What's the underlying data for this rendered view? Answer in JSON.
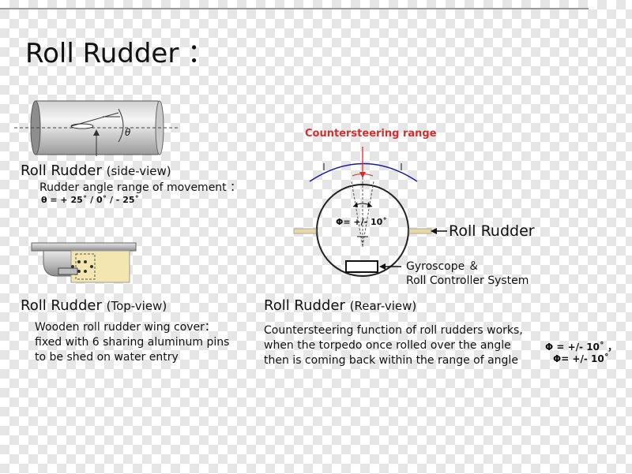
{
  "title": "Roll Rudder ：",
  "side_view": {
    "heading_main": "Roll Rudder",
    "heading_sub": "(side-view)",
    "desc": "Rudder angle range of movement ：",
    "angle_formula": "θ = + 25˚ / 0˚ / - 25˚",
    "theta_label": "θ"
  },
  "top_view": {
    "heading_main": "Roll Rudder",
    "heading_sub": "(Top-view)",
    "desc_lines": [
      "Wooden roll rudder wing cover：",
      "fixed with 6 sharing aluminum pins",
      "to be shed on water entry"
    ]
  },
  "rear_view": {
    "heading_main": "Roll Rudder",
    "heading_sub": "(Rear-view)",
    "range_label": "Countersteering range",
    "phi_label": "Φ= +/- 10˚",
    "roll_rudder_label": "Roll Rudder",
    "gyro_line1": "Gyroscope ＆",
    "gyro_line2": "Roll Controller System",
    "desc_lines": [
      "Countersteering function of roll rudders works,",
      "when the torpedo once rolled over the angle",
      "then is coming back within the range of angle"
    ],
    "phi_inline_1": "Φ = +/- 10˚ ，",
    "phi_inline_2": "Φ= +/- 10˚"
  },
  "colors": {
    "range_red": "#d32f2f",
    "arc_blue": "#1a1aa0",
    "rudder_tan": "#e8d9a0",
    "wood_cover": "#f4e6b0"
  }
}
